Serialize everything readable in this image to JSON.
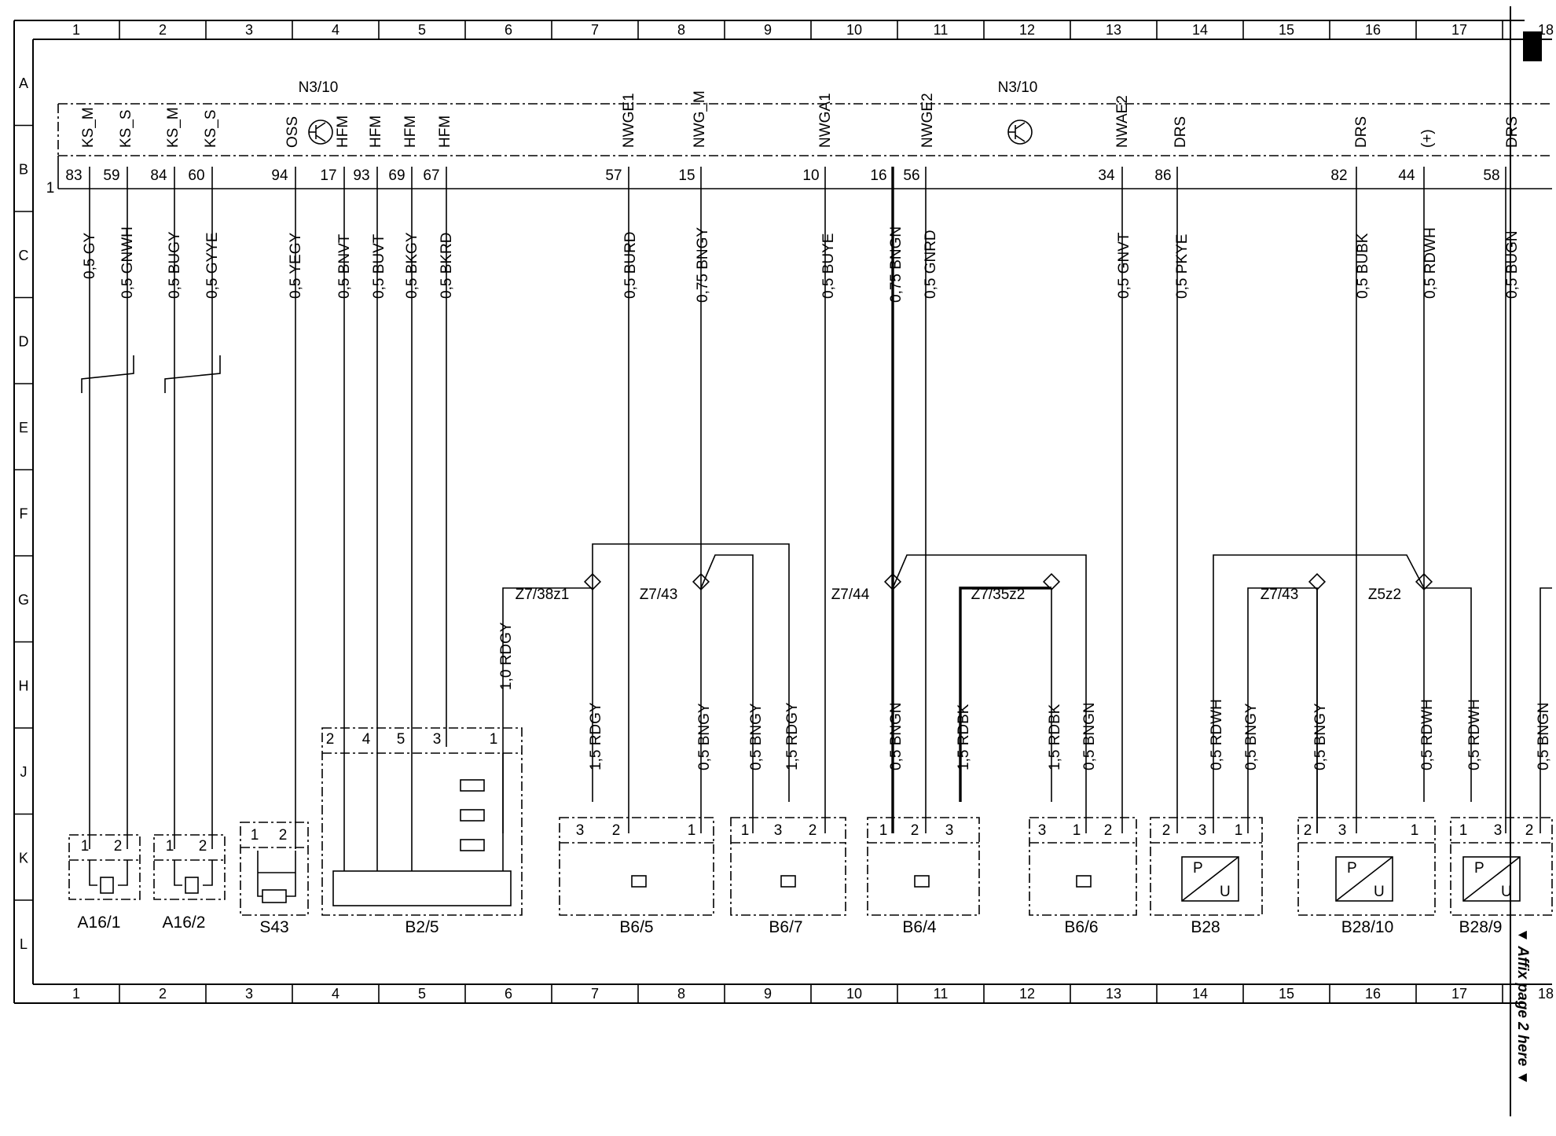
{
  "columns": [
    "1",
    "2",
    "3",
    "4",
    "5",
    "6",
    "7",
    "8",
    "9",
    "10",
    "11",
    "12",
    "13",
    "14",
    "15",
    "16",
    "17",
    "18"
  ],
  "rows": [
    "A",
    "B",
    "C",
    "D",
    "E",
    "F",
    "G",
    "H",
    "J",
    "K",
    "L"
  ],
  "module_labels": [
    "N3/10",
    "N3/10"
  ],
  "connector_number": "1",
  "signals": [
    "KS_M",
    "KS_S",
    "KS_M",
    "KS_S",
    "OSS",
    "HFM",
    "HFM",
    "HFM",
    "HFM",
    "NWGE1",
    "NWG_M",
    "NWGA1",
    "NWGE2",
    "NWAE2",
    "DRS",
    "DRS",
    "(+)",
    "DRS"
  ],
  "pins": [
    "83",
    "59",
    "84",
    "60",
    "94",
    "17",
    "93",
    "69",
    "67",
    "57",
    "15",
    "10",
    "16",
    "56",
    "34",
    "86",
    "82",
    "44",
    "58"
  ],
  "wires_top": [
    "0,5 GY",
    "0,5 GNWH",
    "0,5 BUGY",
    "0,5 GYYE",
    "0,5 YEGY",
    "0,5 BNVT",
    "0,5 BUVT",
    "0,5 BKGY",
    "0,5 BKRD",
    "0,5 BURD",
    "0,75 BNGY",
    "0,5 BUYE",
    "0,75 BNGN",
    "0,5 GNRD",
    "0,5 GNVT",
    "0,5 PKYE",
    "0,5 BUBK",
    "0,5 RDWH",
    "0,5 BUGN"
  ],
  "splices": [
    "Z7/38z1",
    "Z7/43",
    "Z7/44",
    "Z7/35z2",
    "Z7/43",
    "Z5z2"
  ],
  "wires_bottom": [
    "1,0 RDGY",
    "1,5 RDGY",
    "0,5 BNGY",
    "0,5 BNGY",
    "1,5 RDGY",
    "0,5 BNGN",
    "1,5 RDBK",
    "1,5 RDBK",
    "0,5 BNGN",
    "0,5 RDWH",
    "0,5 BNGY",
    "0,5 BNGY",
    "0,5 RDWH",
    "0,5 RDWH",
    "0,5 BNGN"
  ],
  "component_pins": {
    "A16_1": [
      "1",
      "2"
    ],
    "A16_2": [
      "1",
      "2"
    ],
    "S43": [
      "1",
      "2"
    ],
    "B2_5": [
      "2",
      "4",
      "5",
      "3",
      "1"
    ],
    "B6_5": [
      "3",
      "2",
      "1"
    ],
    "B6_7": [
      "1",
      "3",
      "2"
    ],
    "B6_4": [
      "1",
      "2",
      "3"
    ],
    "B6_6": [
      "3",
      "1",
      "2"
    ],
    "B28": [
      "2",
      "3",
      "1"
    ],
    "B28_10": [
      "2",
      "3",
      "1"
    ],
    "B28_9": [
      "1",
      "3",
      "2"
    ]
  },
  "components": [
    "A16/1",
    "A16/2",
    "S43",
    "B2/5",
    "B6/5",
    "B6/7",
    "B6/4",
    "B6/6",
    "B28",
    "B28/10",
    "B28/9"
  ],
  "pu_letters": [
    "P",
    "U"
  ],
  "affix_note": "▼ Affix page 2 here ▼"
}
